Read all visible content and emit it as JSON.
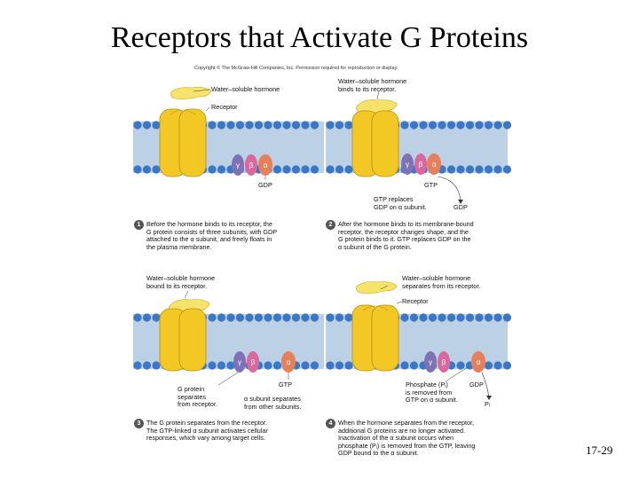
{
  "title": "Receptors that Activate G Proteins",
  "copyright": "Copyright © The McGraw-Hill Companies, Inc. Permission required for reproduction or display.",
  "slide_number": "17-29",
  "colors": {
    "membrane_head": "#3a78c7",
    "membrane_tail": "#bcd0e6",
    "receptor": "#f3c825",
    "hormone": "#f6e46a",
    "gamma": "#7e72b5",
    "beta": "#d9699d",
    "alpha": "#e5805a"
  },
  "subunit_symbols": {
    "gamma": "γ",
    "beta": "β",
    "alpha": "α"
  },
  "panels": [
    {
      "step": "1",
      "labels": {
        "hormone": "Water–soluble hormone",
        "receptor": "Receptor",
        "gdp": "GDP"
      },
      "caption": "Before the hormone binds to its receptor, the\nG protein consists of three subunits, with GDP\nattached to the α subunit, and freely floats in\nthe plasma membrane."
    },
    {
      "step": "2",
      "labels": {
        "hormone": "Water–soluble hormone\nbinds to its receptor.",
        "gtp": "GTP",
        "gtp_replaces": "GTP replaces\nGDP on α subunit.",
        "gdp": "GDP"
      },
      "caption": "After the hormone binds to its membrane-bound\nreceptor, the receptor changes shape, and the\nG protein binds to it. GTP replaces GDP on the\nα subunit of the G protein."
    },
    {
      "step": "3",
      "labels": {
        "hormone": "Water–soluble hormone\nbound to its receptor.",
        "gtp": "GTP",
        "gprotein": "G protein\nseparates\nfrom receptor.",
        "alpha_sep": "α subunit separates\nfrom other subunits."
      },
      "caption": "The G protein separates from the receptor.\nThe GTP-linked α subunit activates cellular\nresponses, which vary among target cells."
    },
    {
      "step": "4",
      "labels": {
        "hormone": "Water–soluble hormone\nseparates from its receptor.",
        "receptor": "Receptor",
        "phosphate": "Phosphate (Pᵢ)\nis removed from\nGTP on α subunit.",
        "gdp": "GDP",
        "pi": "Pᵢ"
      },
      "caption": "When the hormone separates from the receptor,\nadditional G proteins are no longer activated.\nInactivation of the α subunit occurs when\nphosphate (Pᵢ) is removed from the GTP, leaving\nGDP bound to the α subunit."
    }
  ]
}
